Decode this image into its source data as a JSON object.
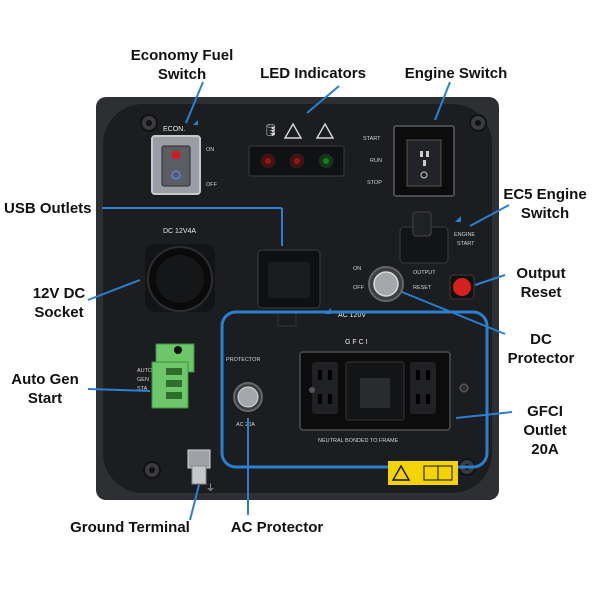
{
  "callouts": {
    "economy_fuel_switch": "Economy Fuel\nSwitch",
    "led_indicators": "LED Indicators",
    "engine_switch": "Engine Switch",
    "usb_outlets": "USB Outlets",
    "ec5_engine_switch": "EC5 Engine\nSwitch",
    "dc_socket_12v": "12V DC\nSocket",
    "output_reset": "Output\nReset",
    "dc_protector": "DC\nProtector",
    "auto_gen_start": "Auto Gen\nStart",
    "gfci_outlet": "GFCI\nOutlet\n20A",
    "ground_terminal": "Ground Terminal",
    "ac_protector": "AC Protector"
  },
  "panel_labels": {
    "econ": "ECON.",
    "econ_on": "ON",
    "econ_off": "OFF",
    "engine_start": "START",
    "engine_run": "RUN",
    "engine_stop": "STOP",
    "dc_rating": "DC 12V4A",
    "ec5_engine": "ENGINE",
    "ec5_start": "START",
    "output_reset_1": "OUTPUT",
    "output_reset_2": "RESET",
    "dc_on": "ON",
    "dc_off": "OFF",
    "ac_120v": "AC 120V",
    "protector": "PROTECTOR",
    "ac_20a": "AC 20A",
    "gfci": "G F C I",
    "neutral_bonded": "NEUTRAL BONDED TO FRAME",
    "auto_gen_1": "AUTO",
    "auto_gen_2": "GEN",
    "auto_gen_3": "STA"
  },
  "colors": {
    "panel": "#1c1d20",
    "bezel": "#2e2f33",
    "leader": "#2b7fd0",
    "accent_green": "#6dc66a",
    "reset_red": "#d6201f",
    "warning_yellow": "#f3d400"
  }
}
